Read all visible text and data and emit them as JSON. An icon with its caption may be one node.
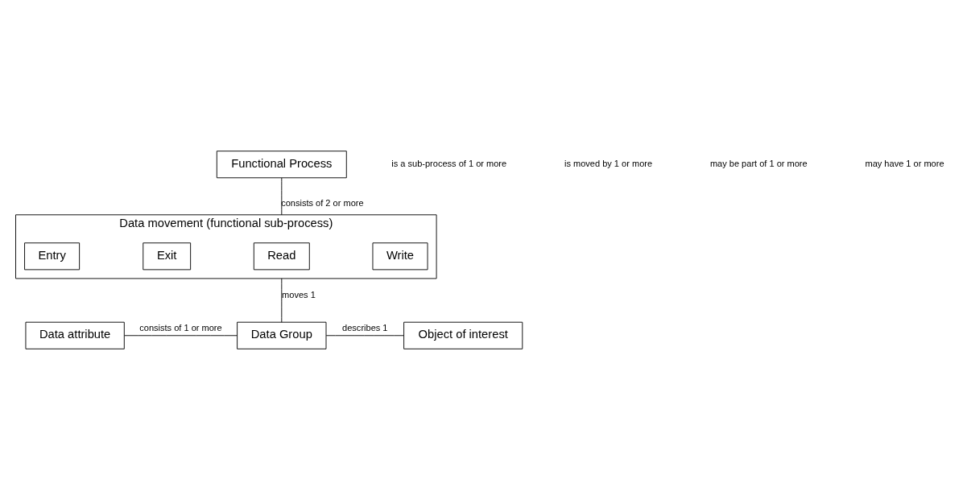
{
  "diagram": {
    "nodes": [
      {
        "text": [
          "Functional Process"
        ]
      },
      {
        "text": [
          "Data movement (functional sub-process)"
        ]
      },
      {
        "text": [
          "Entry"
        ],
        "in": 1
      },
      {
        "text": [
          "Exit"
        ],
        "in": 1
      },
      {
        "text": [
          "Read"
        ],
        "in": 1
      },
      {
        "text": [
          "Write"
        ],
        "in": 1
      },
      {
        "text": [
          "Data attribute"
        ]
      },
      {
        "text": [
          "Data Group"
        ]
      },
      {
        "text": [
          "Object of interest"
        ]
      }
    ],
    "edges": [
      {
        "from": 0,
        "to": 1,
        "arrow": "none",
        "label": "consists of 2 or more"
      },
      {
        "from": 1,
        "to": 7,
        "arrow": "none",
        "label": "moves 1"
      },
      {
        "from": 7,
        "to": 6,
        "arrow": "none",
        "label": "consists of 1 or more"
      },
      {
        "from": 7,
        "to": 8,
        "arrow": "none",
        "label": "describes 1"
      }
    ],
    "labels": [
      "is a sub-process of 1 or more",
      "is moved by 1 or more",
      "may be part of 1 or more",
      "may have 1 or more"
    ]
  }
}
